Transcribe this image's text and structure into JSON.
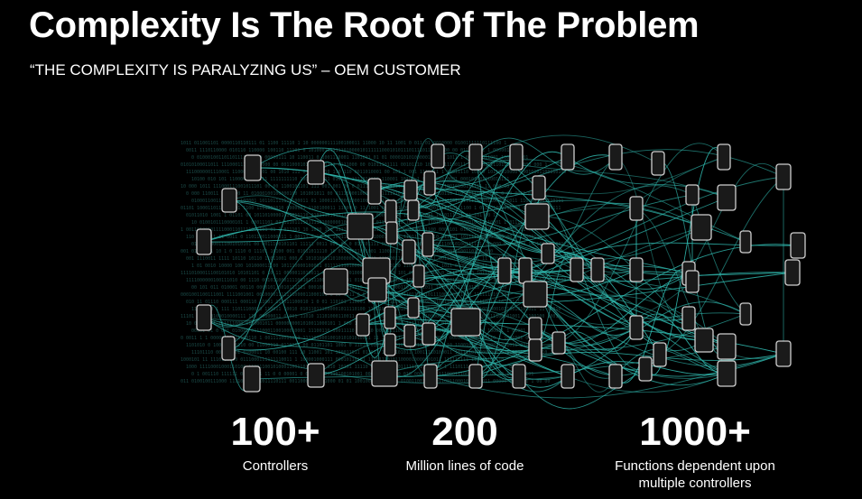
{
  "slide": {
    "title": "Complexity Is The Root Of The Problem",
    "subtitle": "“THE COMPLEXITY IS PARALYZING US” – OEM CUSTOMER"
  },
  "stats": [
    {
      "value": "100+",
      "label": "Controllers"
    },
    {
      "value": "200",
      "label": "Million lines of code"
    },
    {
      "value": "1000+",
      "label": "Functions dependent upon multiple controllers"
    }
  ],
  "colors": {
    "background": "#000000",
    "text": "#ffffff",
    "connection": "#2fb7ad",
    "node_fill": "#1a1a1a",
    "node_stroke": "#cfcfcf"
  }
}
